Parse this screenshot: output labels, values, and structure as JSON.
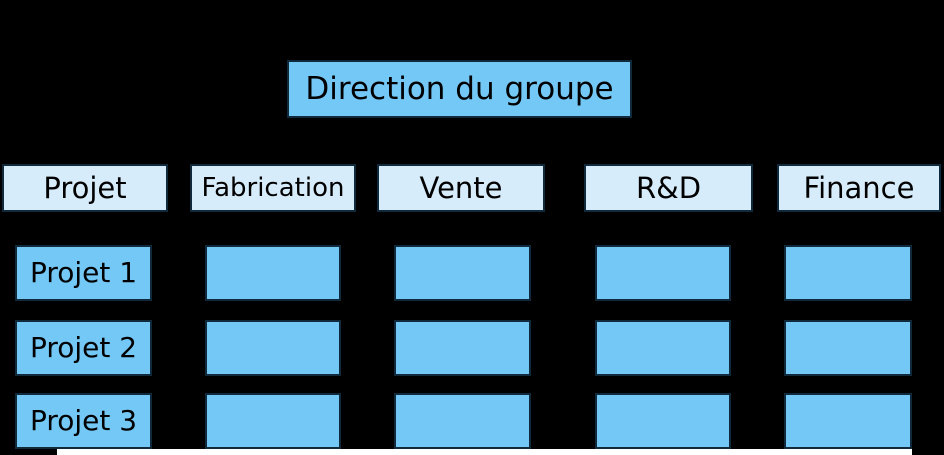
{
  "diagram": {
    "type": "matrix-organization-chart",
    "root": {
      "label": "Direction du groupe"
    },
    "columns": [
      {
        "label": "Projet"
      },
      {
        "label": "Fabrication"
      },
      {
        "label": "Vente"
      },
      {
        "label": "R&D"
      },
      {
        "label": "Finance"
      }
    ],
    "rows": [
      {
        "label": "Projet 1"
      },
      {
        "label": "Projet 2"
      },
      {
        "label": "Projet 3"
      }
    ]
  },
  "colors": {
    "background": "#000000",
    "box_fill": "#74C8F6",
    "header_fill": "#D7ECFA",
    "border": "#10293B",
    "text": "#000000",
    "strip": "#FFFFFF"
  }
}
